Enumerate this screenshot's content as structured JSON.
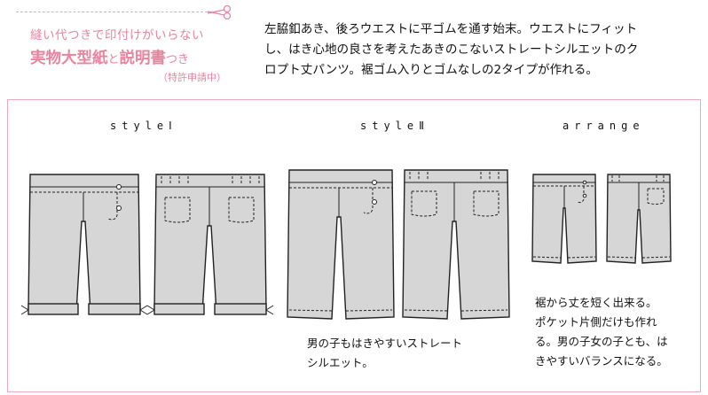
{
  "header": {
    "tagline1": "縫い代つきで印付けがいらない",
    "tagline2_main": "実物大型紙",
    "tagline2_and": "と",
    "tagline2_rest": "説明書",
    "tagline2_tail": "つき",
    "tagline3": "（特許申請中）"
  },
  "description": [
    "左脇釦あき、後ろウエストに平ゴムを通す始末。ウエストにフィット",
    "し、はき心地の良さを考えたあきのこないストレートシルエットのク",
    "ロプト丈パンツ。裾ゴム入りとゴムなしの2タイプが作れる。"
  ],
  "styles": [
    {
      "title": "styleⅠ"
    },
    {
      "title": "styleⅡ",
      "caption": [
        "男の子もはきやすいストレート",
        "シルエット。"
      ]
    },
    {
      "title": "arrange",
      "caption": [
        "裾から丈を短く出来る。",
        "ポケット片側だけも作れ",
        "る。男の子女の子とも、は",
        "きやすいバランスになる。"
      ]
    }
  ],
  "colors": {
    "accent_pink": "#e9839e",
    "fabric_gray": "#d6d6d6"
  }
}
